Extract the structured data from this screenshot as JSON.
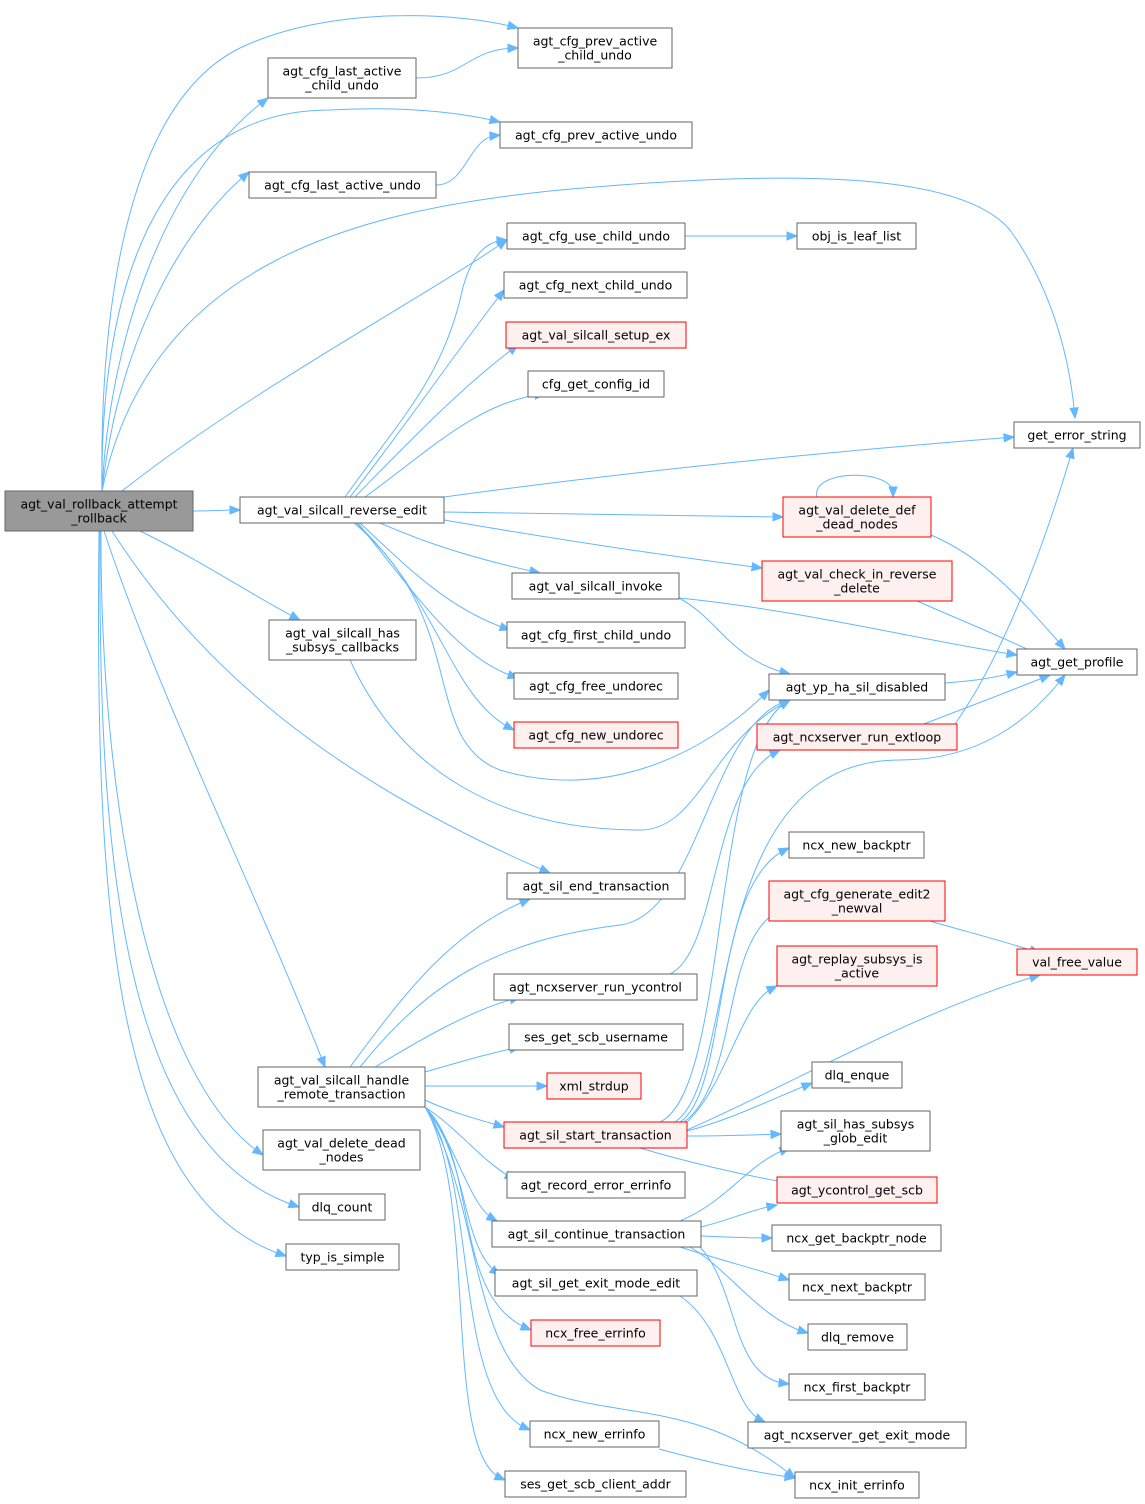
{
  "graph": {
    "colors": {
      "edge": "#63b8ff",
      "node_fill": "#ffffff",
      "node_border": "#666666",
      "root_fill": "#999999",
      "root_border": "#666666",
      "missing_fill": "#fff0f0",
      "missing_border": "#ff0000",
      "text": "#000000"
    },
    "nodes": [
      {
        "id": "root",
        "lines": [
          "agt_val_rollback_attempt",
          "_rollback"
        ],
        "style": "root"
      },
      {
        "id": "n_last_active_child",
        "lines": [
          "agt_cfg_last_active",
          "_child_undo"
        ],
        "style": "normal"
      },
      {
        "id": "n_prev_active_child",
        "lines": [
          "agt_cfg_prev_active",
          "_child_undo"
        ],
        "style": "normal"
      },
      {
        "id": "n_prev_active_undo",
        "lines": [
          "agt_cfg_prev_active_undo"
        ],
        "style": "normal"
      },
      {
        "id": "n_last_active_undo",
        "lines": [
          "agt_cfg_last_active_undo"
        ],
        "style": "normal"
      },
      {
        "id": "n_use_child_undo",
        "lines": [
          "agt_cfg_use_child_undo"
        ],
        "style": "normal"
      },
      {
        "id": "n_obj_is_leaf_list",
        "lines": [
          "obj_is_leaf_list"
        ],
        "style": "normal"
      },
      {
        "id": "n_next_child_undo",
        "lines": [
          "agt_cfg_next_child_undo"
        ],
        "style": "normal"
      },
      {
        "id": "n_setup_ex",
        "lines": [
          "agt_val_silcall_setup_ex"
        ],
        "style": "missing"
      },
      {
        "id": "n_cfg_get_config_id",
        "lines": [
          "cfg_get_config_id"
        ],
        "style": "normal"
      },
      {
        "id": "n_get_error_string",
        "lines": [
          "get_error_string"
        ],
        "style": "normal"
      },
      {
        "id": "n_reverse_edit",
        "lines": [
          "agt_val_silcall_reverse_edit"
        ],
        "style": "normal"
      },
      {
        "id": "n_delete_def_dead",
        "lines": [
          "agt_val_delete_def",
          "_dead_nodes"
        ],
        "style": "missing"
      },
      {
        "id": "n_check_in_reverse",
        "lines": [
          "agt_val_check_in_reverse",
          "_delete"
        ],
        "style": "missing"
      },
      {
        "id": "n_silcall_invoke",
        "lines": [
          "agt_val_silcall_invoke"
        ],
        "style": "normal"
      },
      {
        "id": "n_first_child_undo",
        "lines": [
          "agt_cfg_first_child_undo"
        ],
        "style": "normal"
      },
      {
        "id": "n_has_subsys_callbacks",
        "lines": [
          "agt_val_silcall_has",
          "_subsys_callbacks"
        ],
        "style": "normal"
      },
      {
        "id": "n_agt_get_profile",
        "lines": [
          "agt_get_profile"
        ],
        "style": "normal"
      },
      {
        "id": "n_free_undorec",
        "lines": [
          "agt_cfg_free_undorec"
        ],
        "style": "normal"
      },
      {
        "id": "n_ha_sil_disabled",
        "lines": [
          "agt_yp_ha_sil_disabled"
        ],
        "style": "normal"
      },
      {
        "id": "n_new_undorec",
        "lines": [
          "agt_cfg_new_undorec"
        ],
        "style": "missing"
      },
      {
        "id": "n_run_extloop",
        "lines": [
          "agt_ncxserver_run_extloop"
        ],
        "style": "missing"
      },
      {
        "id": "n_ncx_new_backptr",
        "lines": [
          "ncx_new_backptr"
        ],
        "style": "normal"
      },
      {
        "id": "n_sil_end_transaction",
        "lines": [
          "agt_sil_end_transaction"
        ],
        "style": "normal"
      },
      {
        "id": "n_generate_edit2",
        "lines": [
          "agt_cfg_generate_edit2",
          "_newval"
        ],
        "style": "missing"
      },
      {
        "id": "n_val_free_value",
        "lines": [
          "val_free_value"
        ],
        "style": "missing"
      },
      {
        "id": "n_replay_subsys",
        "lines": [
          "agt_replay_subsys_is",
          "_active"
        ],
        "style": "missing"
      },
      {
        "id": "n_run_ycontrol",
        "lines": [
          "agt_ncxserver_run_ycontrol"
        ],
        "style": "normal"
      },
      {
        "id": "n_ses_get_scb_username",
        "lines": [
          "ses_get_scb_username"
        ],
        "style": "normal"
      },
      {
        "id": "n_handle_remote",
        "lines": [
          "agt_val_silcall_handle",
          "_remote_transaction"
        ],
        "style": "normal"
      },
      {
        "id": "n_xml_strdup",
        "lines": [
          "xml_strdup"
        ],
        "style": "missing"
      },
      {
        "id": "n_dlq_enque",
        "lines": [
          "dlq_enque"
        ],
        "style": "normal"
      },
      {
        "id": "n_sil_start_transaction",
        "lines": [
          "agt_sil_start_transaction"
        ],
        "style": "missing"
      },
      {
        "id": "n_has_subsys_glob_edit",
        "lines": [
          "agt_sil_has_subsys",
          "_glob_edit"
        ],
        "style": "normal"
      },
      {
        "id": "n_delete_dead_nodes",
        "lines": [
          "agt_val_delete_dead",
          "_nodes"
        ],
        "style": "normal"
      },
      {
        "id": "n_record_error_errinfo",
        "lines": [
          "agt_record_error_errinfo"
        ],
        "style": "normal"
      },
      {
        "id": "n_ycontrol_get_scb",
        "lines": [
          "agt_ycontrol_get_scb"
        ],
        "style": "missing"
      },
      {
        "id": "n_dlq_count",
        "lines": [
          "dlq_count"
        ],
        "style": "normal"
      },
      {
        "id": "n_sil_continue",
        "lines": [
          "agt_sil_continue_transaction"
        ],
        "style": "normal"
      },
      {
        "id": "n_ncx_get_backptr_node",
        "lines": [
          "ncx_get_backptr_node"
        ],
        "style": "normal"
      },
      {
        "id": "n_typ_is_simple",
        "lines": [
          "typ_is_simple"
        ],
        "style": "normal"
      },
      {
        "id": "n_get_exit_mode_edit",
        "lines": [
          "agt_sil_get_exit_mode_edit"
        ],
        "style": "normal"
      },
      {
        "id": "n_ncx_next_backptr",
        "lines": [
          "ncx_next_backptr"
        ],
        "style": "normal"
      },
      {
        "id": "n_ncx_free_errinfo",
        "lines": [
          "ncx_free_errinfo"
        ],
        "style": "missing"
      },
      {
        "id": "n_dlq_remove",
        "lines": [
          "dlq_remove"
        ],
        "style": "normal"
      },
      {
        "id": "n_ncx_first_backptr",
        "lines": [
          "ncx_first_backptr"
        ],
        "style": "normal"
      },
      {
        "id": "n_ncx_new_errinfo",
        "lines": [
          "ncx_new_errinfo"
        ],
        "style": "normal"
      },
      {
        "id": "n_get_exit_mode",
        "lines": [
          "agt_ncxserver_get_exit_mode"
        ],
        "style": "normal"
      },
      {
        "id": "n_ses_get_scb_client_addr",
        "lines": [
          "ses_get_scb_client_addr"
        ],
        "style": "normal"
      },
      {
        "id": "n_ncx_init_errinfo",
        "lines": [
          "ncx_init_errinfo"
        ],
        "style": "normal"
      }
    ],
    "edges": [
      [
        "root",
        "n_prev_active_child"
      ],
      [
        "root",
        "n_last_active_child"
      ],
      [
        "n_last_active_child",
        "n_prev_active_child"
      ],
      [
        "root",
        "n_prev_active_undo"
      ],
      [
        "root",
        "n_last_active_undo"
      ],
      [
        "n_last_active_undo",
        "n_prev_active_undo"
      ],
      [
        "root",
        "n_get_error_string"
      ],
      [
        "root",
        "n_use_child_undo"
      ],
      [
        "n_use_child_undo",
        "n_obj_is_leaf_list"
      ],
      [
        "root",
        "n_reverse_edit"
      ],
      [
        "n_reverse_edit",
        "n_use_child_undo"
      ],
      [
        "n_reverse_edit",
        "n_next_child_undo"
      ],
      [
        "n_reverse_edit",
        "n_setup_ex"
      ],
      [
        "n_reverse_edit",
        "n_cfg_get_config_id"
      ],
      [
        "n_reverse_edit",
        "n_get_error_string"
      ],
      [
        "n_reverse_edit",
        "n_delete_def_dead"
      ],
      [
        "n_delete_def_dead",
        "n_delete_def_dead"
      ],
      [
        "n_reverse_edit",
        "n_check_in_reverse"
      ],
      [
        "n_reverse_edit",
        "n_silcall_invoke"
      ],
      [
        "n_reverse_edit",
        "n_first_child_undo"
      ],
      [
        "n_reverse_edit",
        "n_free_undorec"
      ],
      [
        "n_reverse_edit",
        "n_new_undorec"
      ],
      [
        "n_reverse_edit",
        "n_ha_sil_disabled"
      ],
      [
        "n_delete_def_dead",
        "n_agt_get_profile"
      ],
      [
        "n_check_in_reverse",
        "n_agt_get_profile"
      ],
      [
        "n_silcall_invoke",
        "n_agt_get_profile"
      ],
      [
        "n_silcall_invoke",
        "n_ha_sil_disabled"
      ],
      [
        "n_ha_sil_disabled",
        "n_agt_get_profile"
      ],
      [
        "n_run_extloop",
        "n_agt_get_profile"
      ],
      [
        "n_run_extloop",
        "n_get_error_string"
      ],
      [
        "root",
        "n_has_subsys_callbacks"
      ],
      [
        "n_has_subsys_callbacks",
        "n_ha_sil_disabled"
      ],
      [
        "root",
        "n_sil_end_transaction"
      ],
      [
        "root",
        "n_handle_remote"
      ],
      [
        "n_handle_remote",
        "n_sil_end_transaction"
      ],
      [
        "n_handle_remote",
        "n_run_ycontrol"
      ],
      [
        "n_handle_remote",
        "n_ses_get_scb_username"
      ],
      [
        "n_handle_remote",
        "n_xml_strdup"
      ],
      [
        "n_handle_remote",
        "n_sil_start_transaction"
      ],
      [
        "n_handle_remote",
        "n_record_error_errinfo"
      ],
      [
        "n_handle_remote",
        "n_sil_continue"
      ],
      [
        "n_handle_remote",
        "n_get_exit_mode_edit"
      ],
      [
        "n_handle_remote",
        "n_ncx_free_errinfo"
      ],
      [
        "n_handle_remote",
        "n_ncx_new_errinfo"
      ],
      [
        "n_handle_remote",
        "n_ses_get_scb_client_addr"
      ],
      [
        "n_handle_remote",
        "n_ncx_init_errinfo"
      ],
      [
        "n_handle_remote",
        "n_ha_sil_disabled"
      ],
      [
        "n_run_ycontrol",
        "n_run_extloop"
      ],
      [
        "n_sil_start_transaction",
        "n_ha_sil_disabled"
      ],
      [
        "n_sil_start_transaction",
        "n_agt_get_profile"
      ],
      [
        "n_sil_start_transaction",
        "n_ncx_new_backptr"
      ],
      [
        "n_sil_start_transaction",
        "n_generate_edit2"
      ],
      [
        "n_sil_start_transaction",
        "n_replay_subsys"
      ],
      [
        "n_sil_start_transaction",
        "n_val_free_value"
      ],
      [
        "n_sil_start_transaction",
        "n_dlq_enque"
      ],
      [
        "n_sil_start_transaction",
        "n_has_subsys_glob_edit"
      ],
      [
        "n_sil_start_transaction",
        "n_ycontrol_get_scb"
      ],
      [
        "n_generate_edit2",
        "n_val_free_value"
      ],
      [
        "n_sil_continue",
        "n_has_subsys_glob_edit"
      ],
      [
        "n_sil_continue",
        "n_ycontrol_get_scb"
      ],
      [
        "n_sil_continue",
        "n_ncx_get_backptr_node"
      ],
      [
        "n_sil_continue",
        "n_ncx_next_backptr"
      ],
      [
        "n_sil_continue",
        "n_dlq_remove"
      ],
      [
        "n_sil_continue",
        "n_ncx_first_backptr"
      ],
      [
        "n_get_exit_mode_edit",
        "n_get_exit_mode"
      ],
      [
        "n_ncx_new_errinfo",
        "n_ncx_init_errinfo"
      ],
      [
        "root",
        "n_delete_dead_nodes"
      ],
      [
        "root",
        "n_dlq_count"
      ],
      [
        "root",
        "n_typ_is_simple"
      ]
    ]
  }
}
